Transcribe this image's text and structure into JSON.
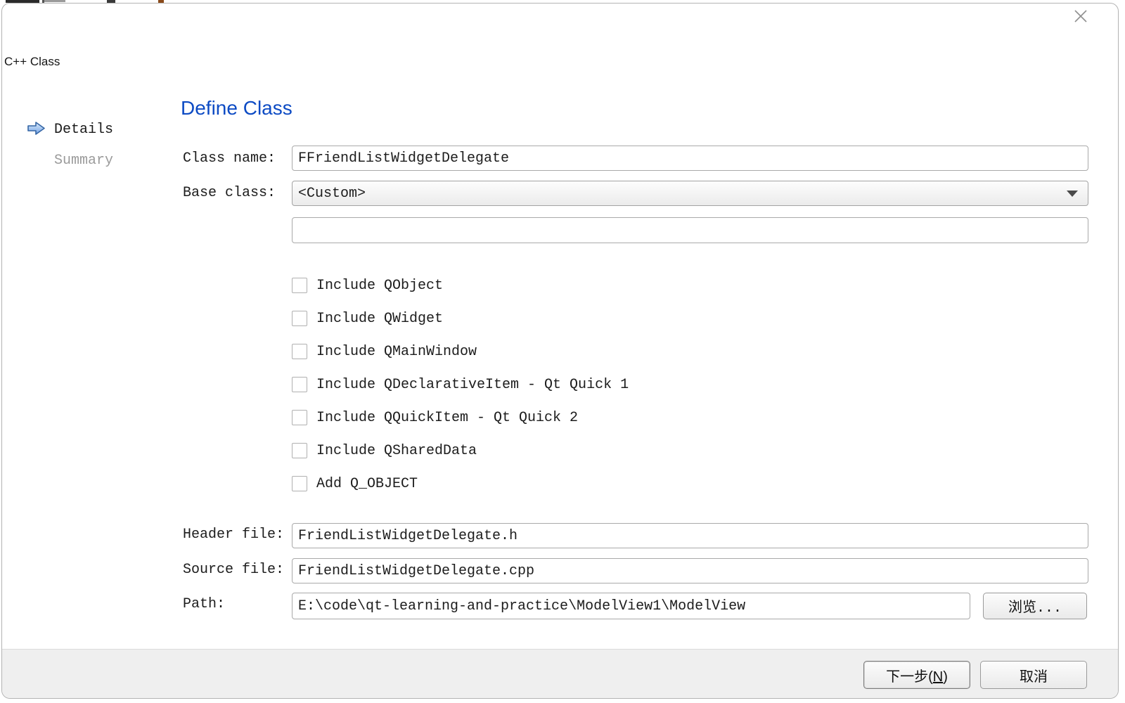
{
  "window": {
    "kind_label": "C++ Class"
  },
  "sidebar": {
    "items": [
      {
        "label": "Details",
        "active": true
      },
      {
        "label": "Summary",
        "active": false
      }
    ]
  },
  "page": {
    "title": "Define Class"
  },
  "form": {
    "class_name": {
      "label": "Class name:",
      "value": "FFriendListWidgetDelegate"
    },
    "base_class": {
      "label": "Base class:",
      "value": "<Custom>"
    },
    "custom_base_class": {
      "value": ""
    },
    "checkboxes": [
      {
        "label": "Include QObject",
        "checked": false
      },
      {
        "label": "Include QWidget",
        "checked": false
      },
      {
        "label": "Include QMainWindow",
        "checked": false
      },
      {
        "label": "Include QDeclarativeItem - Qt Quick 1",
        "checked": false
      },
      {
        "label": "Include QQuickItem - Qt Quick 2",
        "checked": false
      },
      {
        "label": "Include QSharedData",
        "checked": false
      },
      {
        "label": "Add Q_OBJECT",
        "checked": false
      }
    ],
    "header_file": {
      "label": "Header file:",
      "value": "FriendListWidgetDelegate.h"
    },
    "source_file": {
      "label": "Source file:",
      "value": "FriendListWidgetDelegate.cpp"
    },
    "path": {
      "label": "Path:",
      "value": "E:\\code\\qt-learning-and-practice\\ModelView1\\ModelView",
      "browse_label": "浏览..."
    }
  },
  "footer": {
    "next_prefix": "下一步(",
    "next_mnemonic": "N",
    "next_suffix": ")",
    "cancel_label": "取消"
  },
  "colors": {
    "title_blue": "#0d4bc4",
    "arrow_blue": "#6f9fe8",
    "footer_gray": "#efefef"
  }
}
